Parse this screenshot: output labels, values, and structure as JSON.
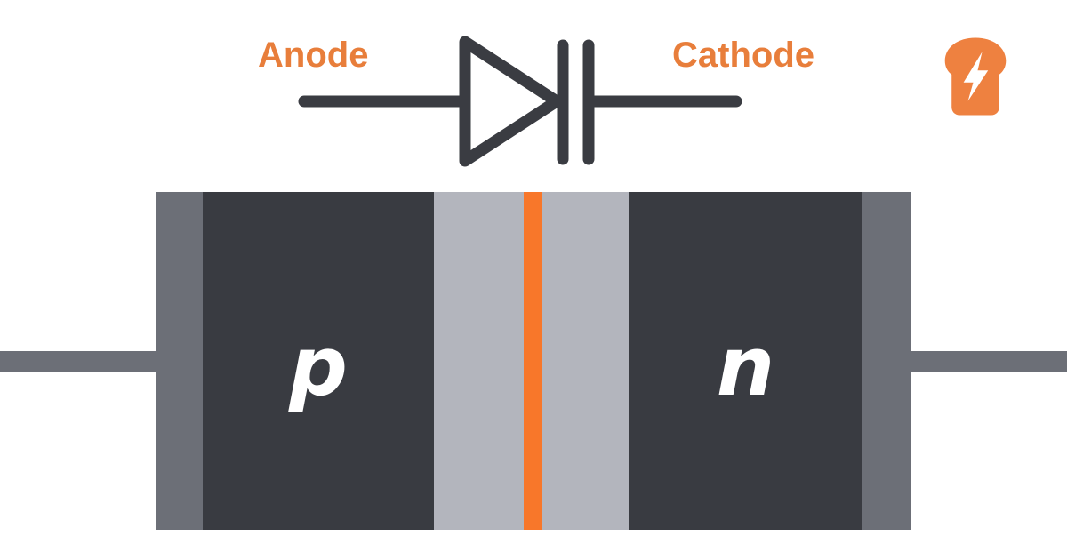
{
  "schematic": {
    "anode_label": "Anode",
    "cathode_label": "Cathode"
  },
  "diode_body": {
    "p_region_label": "p",
    "n_region_label": "n"
  },
  "logo": {
    "name": "toast-with-lightning-bolt"
  },
  "colors": {
    "label_orange": "#E87E3B",
    "symbol_stroke": "#3A3C42",
    "logo_orange": "#EE8140",
    "bolt_white": "#FFFFFF",
    "junction_orange": "#F8772A",
    "semiconductor_dark": "#393B41",
    "terminal_gray": "#6C6F77",
    "depletion_silver": "#B3B5BD",
    "region_label_white": "#FFFFFF",
    "background": "#FFFFFF"
  }
}
